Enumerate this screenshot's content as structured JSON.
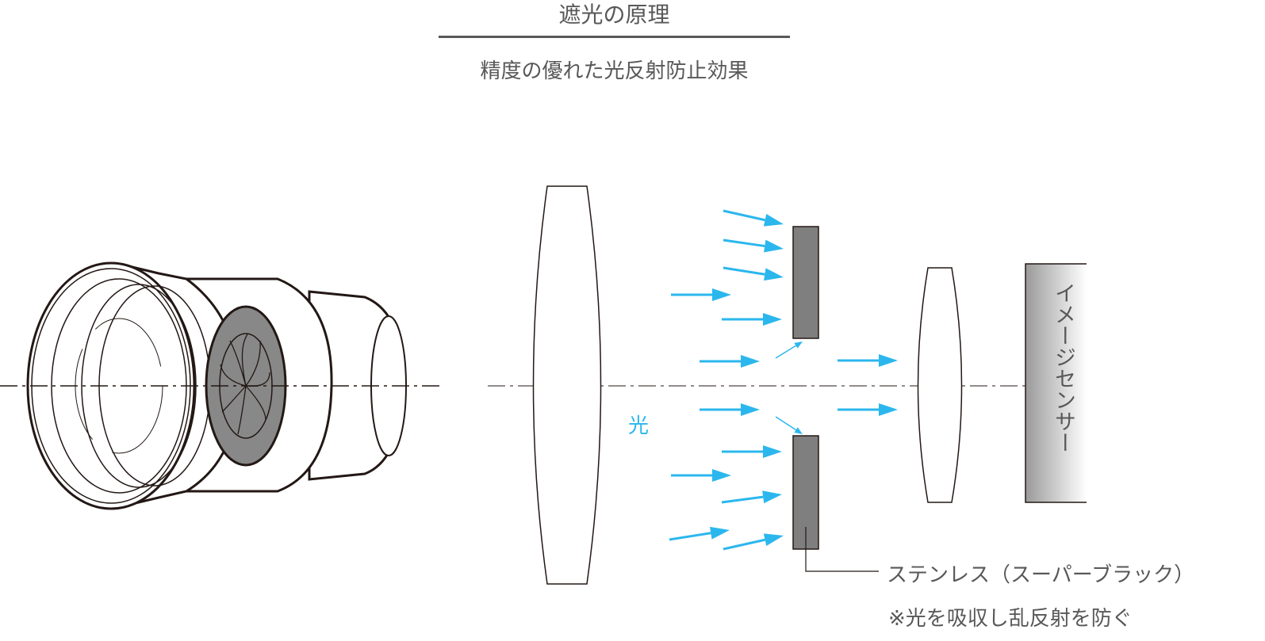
{
  "header": {
    "title": "遮光の原理",
    "subtitle": "精度の優れた光反射防止効果"
  },
  "diagram": {
    "light_label": "光",
    "sensor_label": "イメージセンサー",
    "material_label": "ステンレス（スーパーブラック）",
    "material_note": "※光を吸収し乱反射を防ぐ"
  },
  "colors": {
    "arrow": "#2bb7ed",
    "plate": "#7f7f7f",
    "text": "#595757",
    "line": "#231815"
  }
}
